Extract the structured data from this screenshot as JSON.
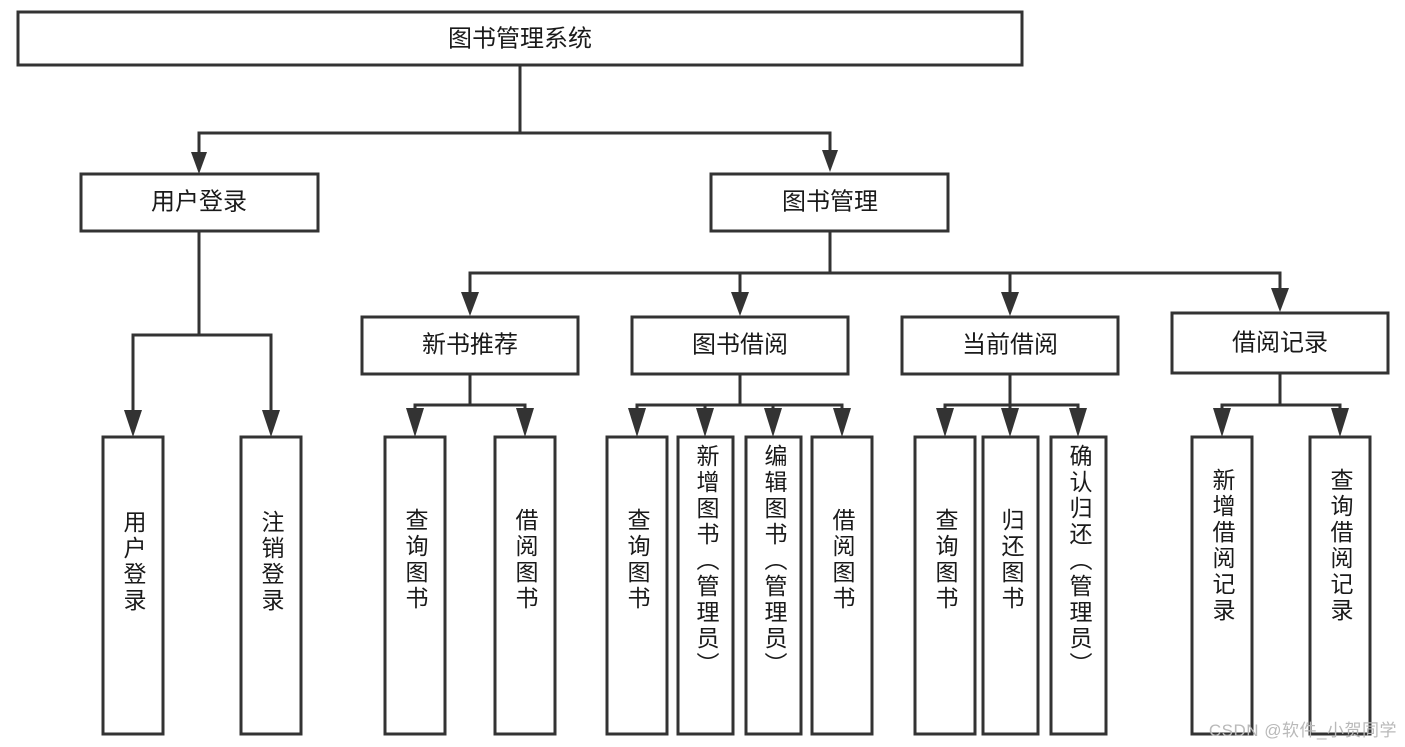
{
  "diagram": {
    "type": "tree",
    "title": "图书管理系统",
    "watermark": "CSDN @软件_小贺同学",
    "colors": {
      "box_stroke": "#333333",
      "box_fill": "#ffffff",
      "text": "#1a1a1a",
      "background": "#ffffff",
      "watermark": "#b9b9b9"
    },
    "root": {
      "label": "图书管理系统"
    },
    "level2": [
      {
        "label": "用户登录"
      },
      {
        "label": "图书管理"
      }
    ],
    "level3": [
      {
        "label": "新书推荐"
      },
      {
        "label": "图书借阅"
      },
      {
        "label": "当前借阅"
      },
      {
        "label": "借阅记录"
      }
    ],
    "leaves": {
      "user_login": [
        {
          "label": "用户登录"
        },
        {
          "label": "注销登录"
        }
      ],
      "new_books": [
        {
          "label": "查询图书"
        },
        {
          "label": "借阅图书"
        }
      ],
      "borrow_books": [
        {
          "label": "查询图书"
        },
        {
          "label": "新增图书（管理员）"
        },
        {
          "label": "编辑图书（管理员）"
        },
        {
          "label": "借阅图书"
        }
      ],
      "current_borrow": [
        {
          "label": "查询图书"
        },
        {
          "label": "归还图书"
        },
        {
          "label": "确认归还（管理员）"
        }
      ],
      "borrow_records": [
        {
          "label": "新增借阅记录"
        },
        {
          "label": "查询借阅记录"
        }
      ]
    }
  }
}
